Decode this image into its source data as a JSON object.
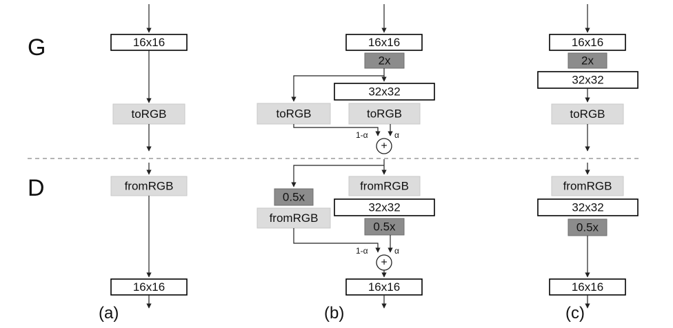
{
  "section_labels": {
    "generator": "G",
    "discriminator": "D"
  },
  "captions": {
    "a": "(a)",
    "b": "(b)",
    "c": "(c)"
  },
  "blocks": {
    "res16": "16x16",
    "res32": "32x32",
    "upsample": "2x",
    "downsample": "0.5x",
    "to_rgb": "toRGB",
    "from_rgb": "fromRGB"
  },
  "blend": {
    "one_minus_alpha": "1-α",
    "alpha": "α",
    "plus": "+"
  },
  "colors": {
    "resolution_block": "#ffffff",
    "rgb_block": "#dcdcdc",
    "scale_block": "#8c8c8c"
  }
}
